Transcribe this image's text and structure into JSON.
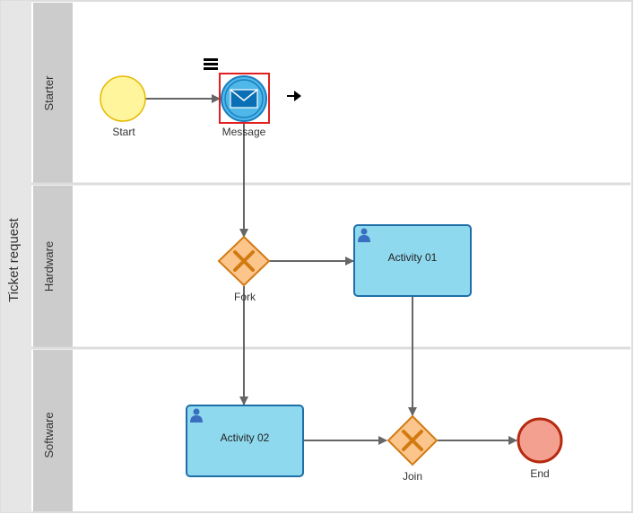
{
  "pool": {
    "title": "Ticket request"
  },
  "lanes": [
    {
      "id": "starter",
      "title": "Starter"
    },
    {
      "id": "hardware",
      "title": "Hardware"
    },
    {
      "id": "software",
      "title": "Software"
    }
  ],
  "nodes": {
    "start": {
      "label": "Start",
      "type": "start-event"
    },
    "message": {
      "label": "Message",
      "type": "message-event",
      "selected": true
    },
    "fork": {
      "label": "Fork",
      "type": "exclusive-gateway"
    },
    "activity01": {
      "label": "Activity 01",
      "type": "user-task"
    },
    "activity02": {
      "label": "Activity 02",
      "type": "user-task"
    },
    "join": {
      "label": "Join",
      "type": "exclusive-gateway"
    },
    "end": {
      "label": "End",
      "type": "end-event"
    }
  },
  "toolbar_icons": [
    "menu-icon",
    "arrow-right-icon"
  ],
  "colors": {
    "lane_header": "#cccccc",
    "pool_header": "#e6e6e6",
    "start_fill": "#fff59d",
    "start_stroke": "#e6b800",
    "message_fill": "#4fb8e8",
    "message_stroke": "#1a7fc1",
    "gateway_fill": "#fcc58c",
    "gateway_stroke": "#d27a12",
    "task_fill": "#8fd9ef",
    "task_stroke": "#1f6ea8",
    "end_fill": "#f4a090",
    "end_stroke": "#b52a10",
    "selection": "#e02020",
    "flow": "#666666"
  }
}
